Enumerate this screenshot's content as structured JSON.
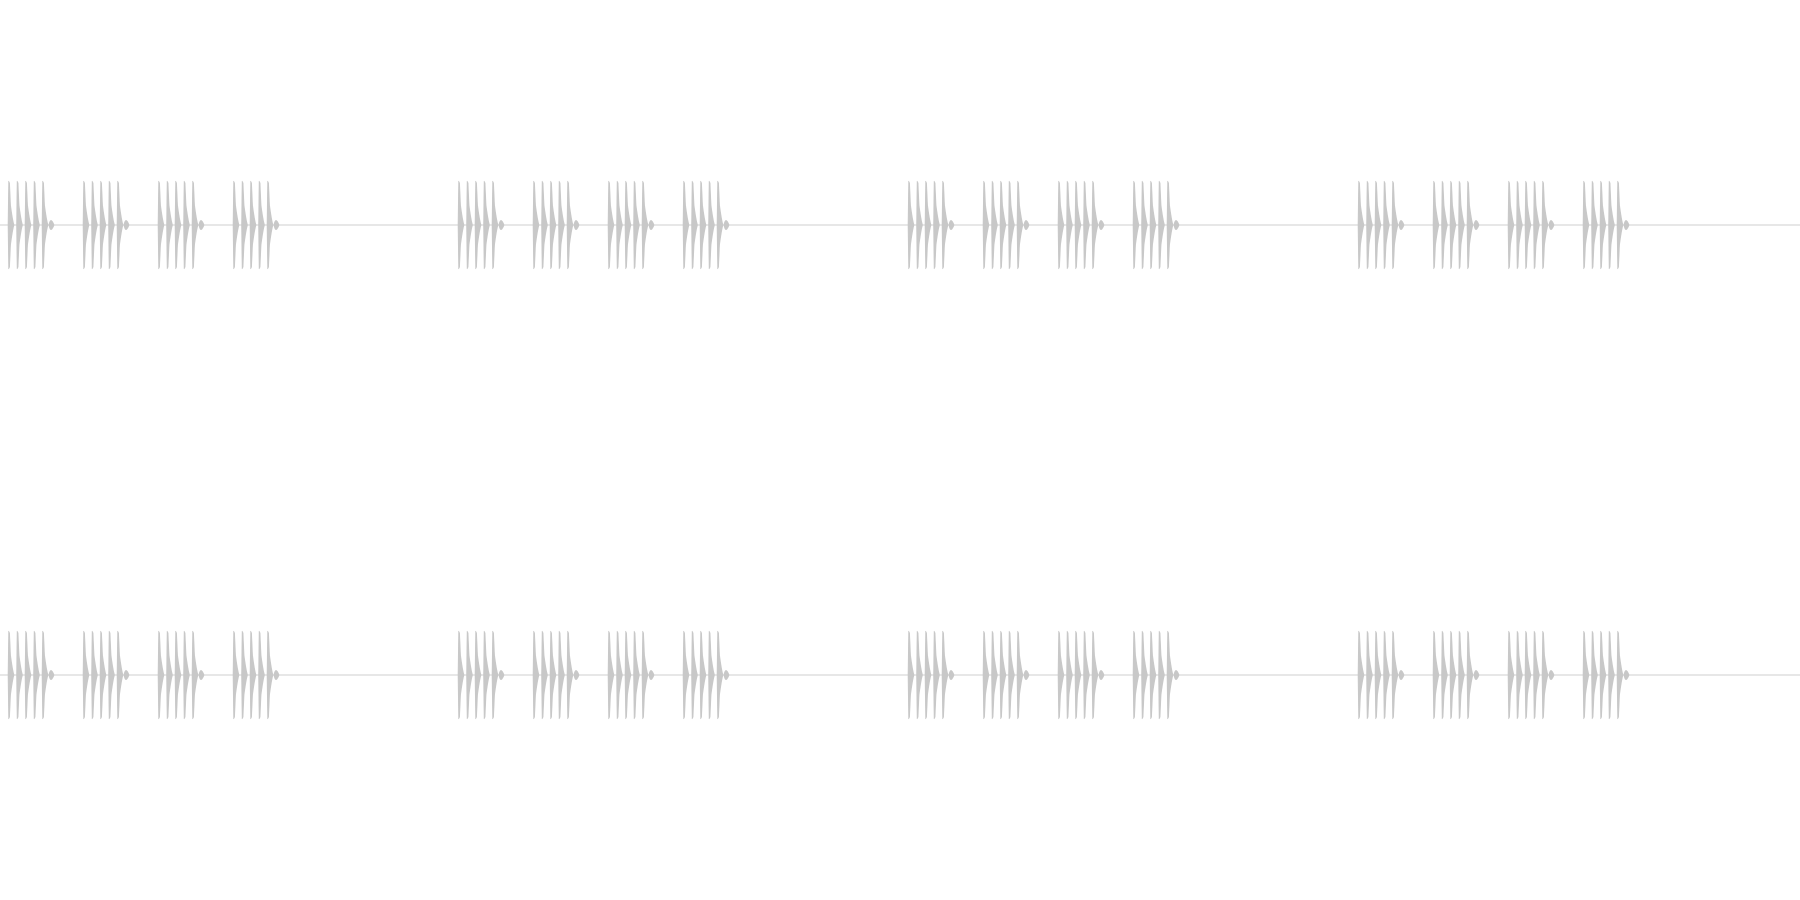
{
  "waveform": {
    "channels": [
      {
        "name": ""
      },
      {
        "name": ""
      }
    ],
    "pattern": {
      "groups_per_channel": 4,
      "bursts_per_group": 4,
      "pulses_per_burst": 5
    },
    "colors": {
      "background": "#ffffff",
      "wave": "#c8c8c8",
      "baseline": "#cfcfcf"
    }
  }
}
